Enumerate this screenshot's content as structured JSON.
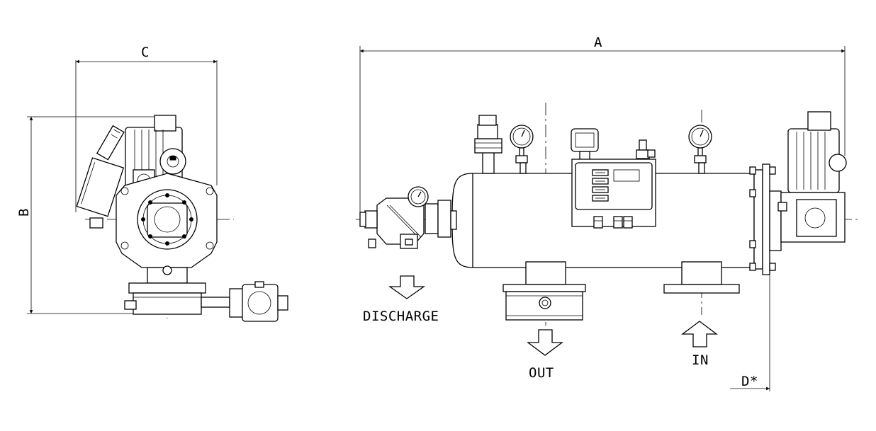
{
  "dimensions": {
    "a": "A",
    "b": "B",
    "c": "C",
    "d": "D*"
  },
  "flow_labels": {
    "discharge": "DISCHARGE",
    "out": "OUT",
    "in": "IN"
  }
}
